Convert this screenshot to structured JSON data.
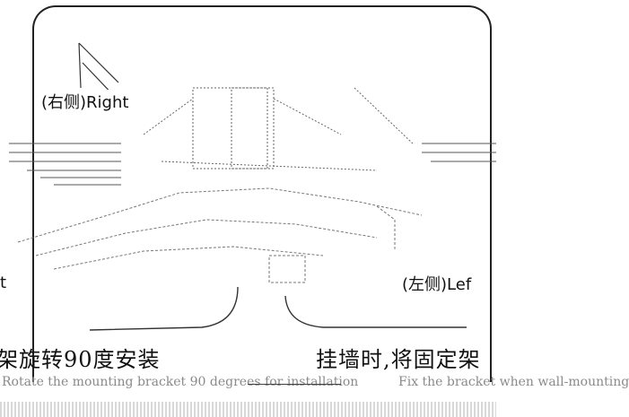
{
  "labels": {
    "right": "(右侧)Right",
    "left_edge": "t",
    "left": "(左侧)Lef"
  },
  "captions": {
    "cn_left": "架旋转90度安装",
    "cn_right": "挂墙时,将固定架",
    "en_left": "Rotate the mounting bracket 90 degrees for installation",
    "en_right": "Fix the bracket when wall-mounting"
  }
}
